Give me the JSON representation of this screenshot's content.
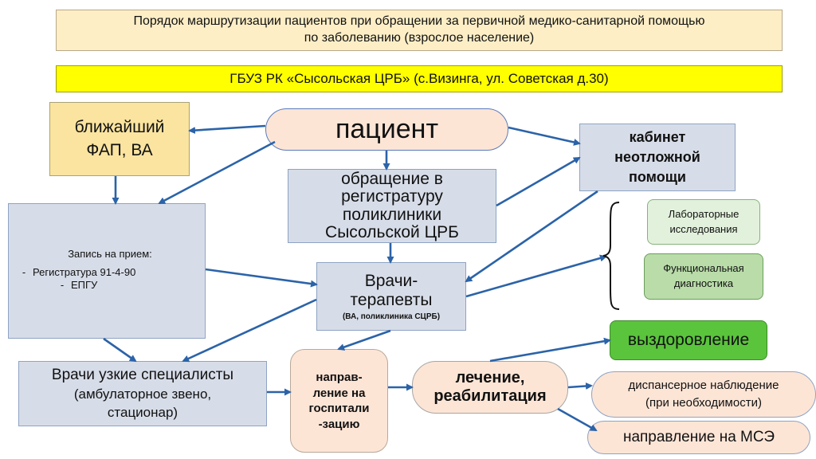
{
  "title": {
    "line1": "Порядок маршрутизации пациентов при обращении за первичной медико-санитарной помощью",
    "line2": "по заболеванию (взрослое население)"
  },
  "organization": "ГБУЗ РК «Сысольская ЦРБ»  (с.Визинга, ул. Советская д.30)",
  "nodes": {
    "patient": "пациент",
    "fap": {
      "line1": "ближайший",
      "line2": "ФАП, ВА"
    },
    "urgent_care": {
      "line1": "кабинет",
      "line2": "неотложной",
      "line3": "помощи"
    },
    "registry": {
      "line1": "обращение в",
      "line2": "регистратуру",
      "line3": "поликлиники",
      "line4": "Сысольской ЦРБ"
    },
    "appointment": {
      "title": "Запись на прием:",
      "items": [
        "Регистратура 91-4-90",
        "ЕПГУ"
      ]
    },
    "therapists": {
      "line1": "Врачи-",
      "line2": "терапевты",
      "sub": "(ВА, поликлиника СЦРБ)"
    },
    "lab_tests": {
      "line1": "Лабораторные",
      "line2": "исследования"
    },
    "functional_diag": {
      "line1": "Функциональная",
      "line2": "диагностика"
    },
    "specialists": {
      "line1": "Врачи узкие специалисты",
      "line2": "(амбулаторное звено,",
      "line3": "стационар)"
    },
    "hospitalization": {
      "line1": "направ-",
      "line2": "ление на",
      "line3": "госпитали",
      "line4": "-зацию"
    },
    "treatment": {
      "line1": "лечение,",
      "line2": "реабилитация"
    },
    "recovery": "выздоровление",
    "dispensary": {
      "line1": "диспансерное наблюдение",
      "line2": "(при необходимости)"
    },
    "mse_referral": "направление на МСЭ"
  },
  "colors": {
    "arrow": "#2b63a8",
    "title_fill": "#fdeec6",
    "org_fill": "#ffff00",
    "fap_fill": "#fae4a0",
    "blue_box_fill": "#d7dde8",
    "peach_fill": "#fde5d6",
    "lab_fill": "#e2f1dc",
    "func_fill": "#b9dca9",
    "recovery_fill": "#5ac43c"
  }
}
